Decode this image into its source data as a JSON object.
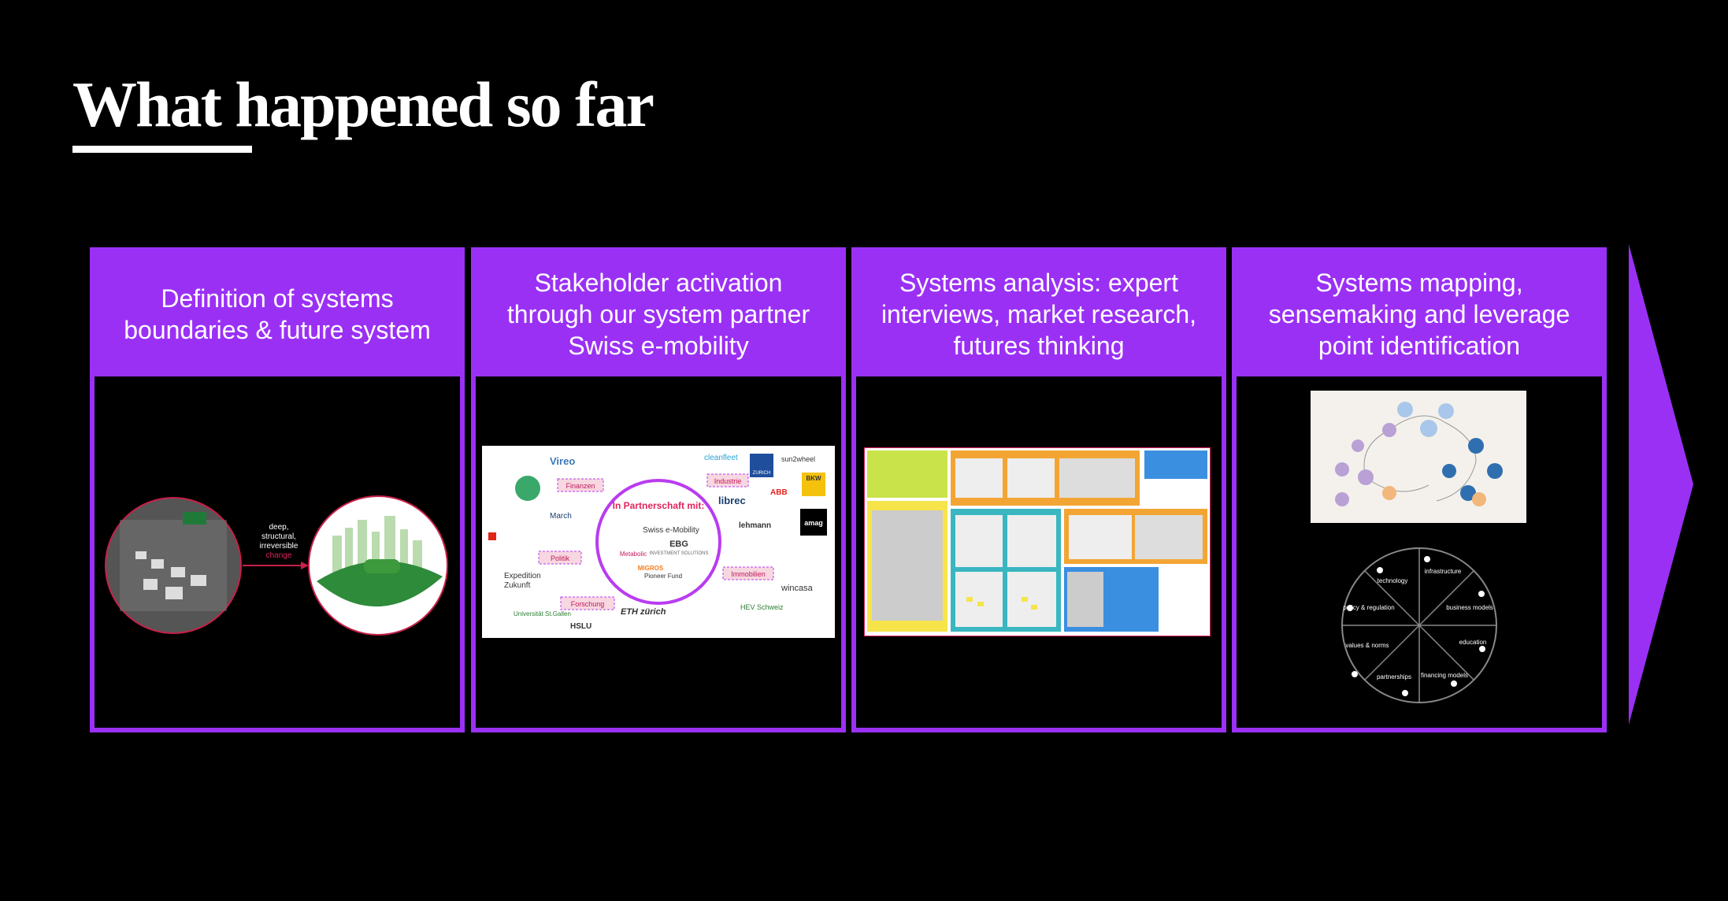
{
  "title": "What happened so far",
  "colors": {
    "accent": "#9b30f5",
    "background": "#000000"
  },
  "steps": [
    {
      "heading": "Definition of systems boundaries & future system",
      "visual": {
        "caption_lines": [
          "deep,",
          "structural,",
          "irreversible"
        ],
        "caption_highlight": "change"
      }
    },
    {
      "heading": "Stakeholder activation through our system partner Swiss e-mobility",
      "visual": {
        "center_label": "In Partnerschaft mit:",
        "center_logos": [
          "Swiss e-Mobility",
          "EBG",
          "INVESTMENT SOLUTIONS",
          "Metabolic",
          "MIGROS",
          "Pioneer Fund"
        ],
        "tags": [
          "Finanzen",
          "Industrie",
          "Politik",
          "Immobilien",
          "Forschung"
        ],
        "logos": [
          "Vireo",
          "cleanfleet",
          "ZURICH",
          "sun2wheel",
          "BKW",
          "ABB",
          "librec",
          "lehmann",
          "amag",
          "March",
          "Expedition",
          "Zukunft",
          "wincasa",
          "HEV Schweiz",
          "ETH zürich",
          "Universität St.Gallen",
          "HSLU"
        ]
      }
    },
    {
      "heading": "Systems analysis: expert interviews, market research, futures thinking"
    },
    {
      "heading": "Systems mapping, sensemaking and leverage point identification",
      "wheel": {
        "segments": [
          "technology",
          "infrastructure",
          "business models",
          "education",
          "financing models",
          "partnerships",
          "values & norms",
          "policy & regulation"
        ]
      }
    }
  ]
}
